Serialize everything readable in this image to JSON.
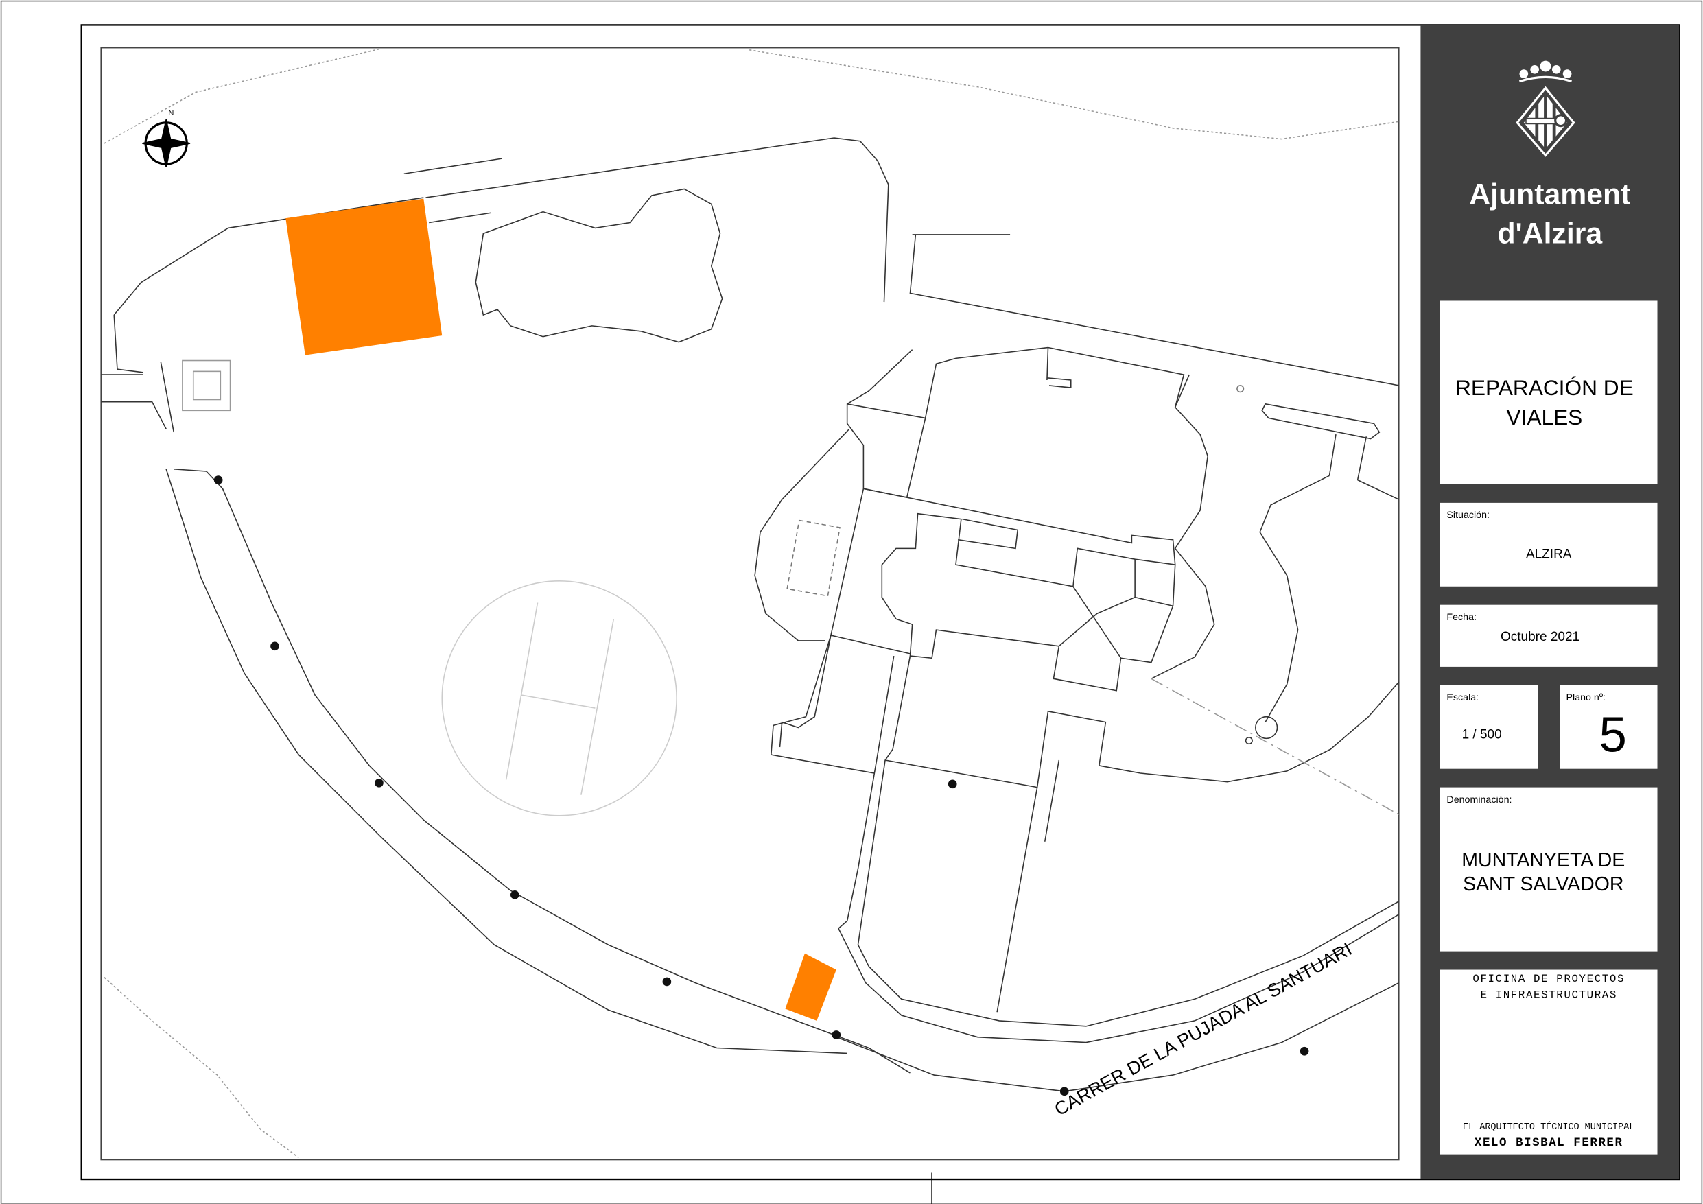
{
  "map": {
    "street_label": "CARRER DE LA PUJADA AL SANTUARI",
    "north_label": "N",
    "highlight_color": "#FF8000"
  },
  "title_block": {
    "institution": "Ajuntament d'Alzira",
    "institution_line1": "Ajuntament",
    "institution_line2": "d'Alzira",
    "project_line1": "REPARACIÓN DE",
    "project_line2": "VIALES",
    "situacion_label": "Situación:",
    "situacion_value": "ALZIRA",
    "fecha_label": "Fecha:",
    "fecha_value": "Octubre 2021",
    "escala_label": "Escala:",
    "escala_value": "1 / 500",
    "plano_label": "Plano nº:",
    "plano_value": "5",
    "denominacion_label": "Denominación:",
    "denominacion_line1": "MUNTANYETA DE",
    "denominacion_line2": "SANT SALVADOR",
    "office_line1": "OFICINA DE PROYECTOS",
    "office_line2": "E INFRAESTRUCTURAS",
    "signer_title": "EL ARQUITECTO TÉCNICO MUNICIPAL",
    "signer_name": "XELO BISBAL FERRER"
  }
}
